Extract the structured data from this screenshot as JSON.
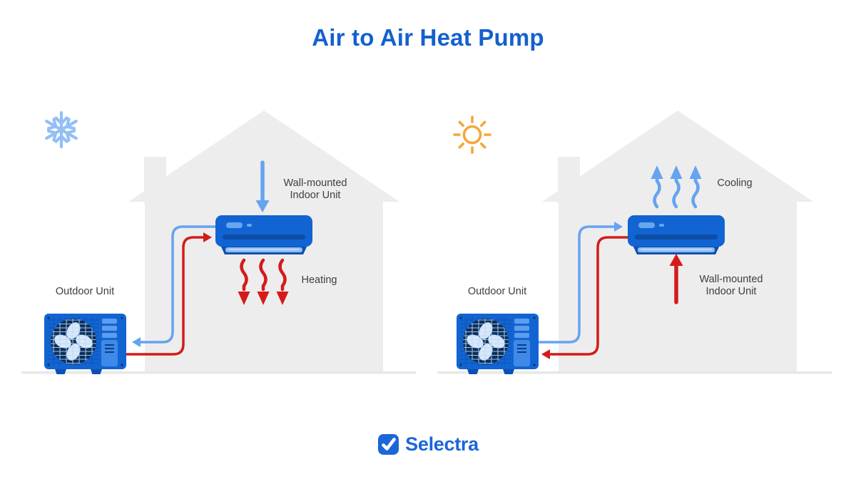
{
  "title": "Air to Air Heat Pump",
  "scenes": [
    {
      "mode": "heating",
      "season_icon": "snowflake-icon",
      "outdoor_unit_label": "Outdoor Unit",
      "indoor_unit_label_line1": "Wall-mounted",
      "indoor_unit_label_line2": "Indoor Unit",
      "airflow_label": "Heating"
    },
    {
      "mode": "cooling",
      "season_icon": "sun-icon",
      "outdoor_unit_label": "Outdoor Unit",
      "indoor_unit_label_line1": "Wall-mounted",
      "indoor_unit_label_line2": "Indoor Unit",
      "airflow_label": "Cooling"
    }
  ],
  "footer": {
    "brand_name": "Selectra"
  },
  "colors": {
    "title_blue": "#1460CF",
    "brand_blue": "#1B66D9",
    "unit_blue": "#1164D2",
    "cold_line_blue": "#66A3F1",
    "hot_line_red": "#D51A1A",
    "house_gray": "#EDEDED",
    "label_gray": "#3E3E3E",
    "snowflake_blue": "#93BFF6",
    "sun_orange": "#F6A63A"
  }
}
